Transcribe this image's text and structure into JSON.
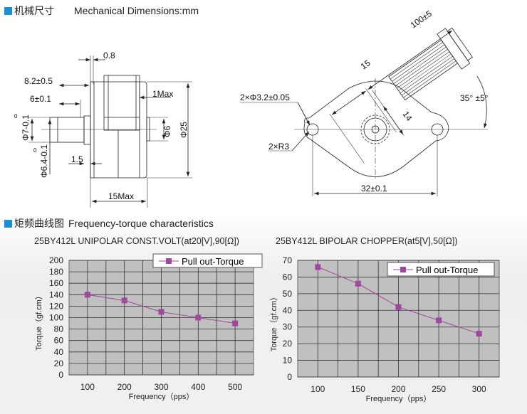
{
  "sections": {
    "mechanical": {
      "title_cn": "机械尺寸",
      "title_en": "Mechanical Dimensions:mm"
    },
    "frequency": {
      "title_cn": "矩频曲线图",
      "title_en": "Frequency-torque characteristics"
    }
  },
  "drawing": {
    "side_view": {
      "d1": "0.8",
      "d2": "8.2±0.5",
      "d3": "6±0.1",
      "d4": "1Max",
      "d5": "Φ7-0.1",
      "d5_tol": "0",
      "d6": "Φ6",
      "d7": "Φ25",
      "d8": "Φ6.4-0.1",
      "d8_tol": "0",
      "d9": "1.5",
      "d10": "15Max"
    },
    "front_view": {
      "d1": "100±5",
      "d2": "15",
      "d3": "2×Φ3.2±0.05",
      "d4": "14",
      "d5": "35° ±5°",
      "d6": "2×R3",
      "d7": "32±0.1"
    }
  },
  "colors": {
    "accent": "#1a8fd6",
    "series": "#a0479e",
    "plot_bg": "#c0c0c0"
  },
  "chart_data": [
    {
      "type": "line",
      "title": "25BY412L UNIPOLAR CONST.VOLT(at20[V],90[Ω])",
      "xlabel": "Frequency（pps）",
      "ylabel": "Torque（gf.cm）",
      "categories": [
        "100",
        "200",
        "300",
        "400",
        "500"
      ],
      "x": [
        100,
        200,
        300,
        400,
        500
      ],
      "series": [
        {
          "name": "Pull out-Torque",
          "values": [
            140,
            130,
            110,
            100,
            90
          ]
        }
      ],
      "ylim": [
        0,
        200
      ],
      "ystep": 20,
      "xlim": [
        50,
        550
      ],
      "yticks": [
        "0",
        "20",
        "40",
        "60",
        "80",
        "100",
        "120",
        "140",
        "160",
        "180",
        "200"
      ],
      "grid": true,
      "legend": "top-right"
    },
    {
      "type": "line",
      "title": "25BY412L BIPOLAR CHOPPER(at5[V],50[Ω])",
      "xlabel": "Frequency（pps）",
      "ylabel": "Torque（gf.cm）",
      "categories": [
        "100",
        "150",
        "200",
        "250",
        "300"
      ],
      "x": [
        100,
        150,
        200,
        250,
        300
      ],
      "series": [
        {
          "name": "Pull out-Torque",
          "values": [
            66,
            56,
            42,
            34,
            26
          ]
        }
      ],
      "ylim": [
        0,
        70
      ],
      "ystep": 10,
      "xlim": [
        75,
        325
      ],
      "yticks": [
        "0",
        "10",
        "20",
        "30",
        "40",
        "50",
        "60",
        "70"
      ],
      "grid": true,
      "legend": "top-right"
    }
  ]
}
